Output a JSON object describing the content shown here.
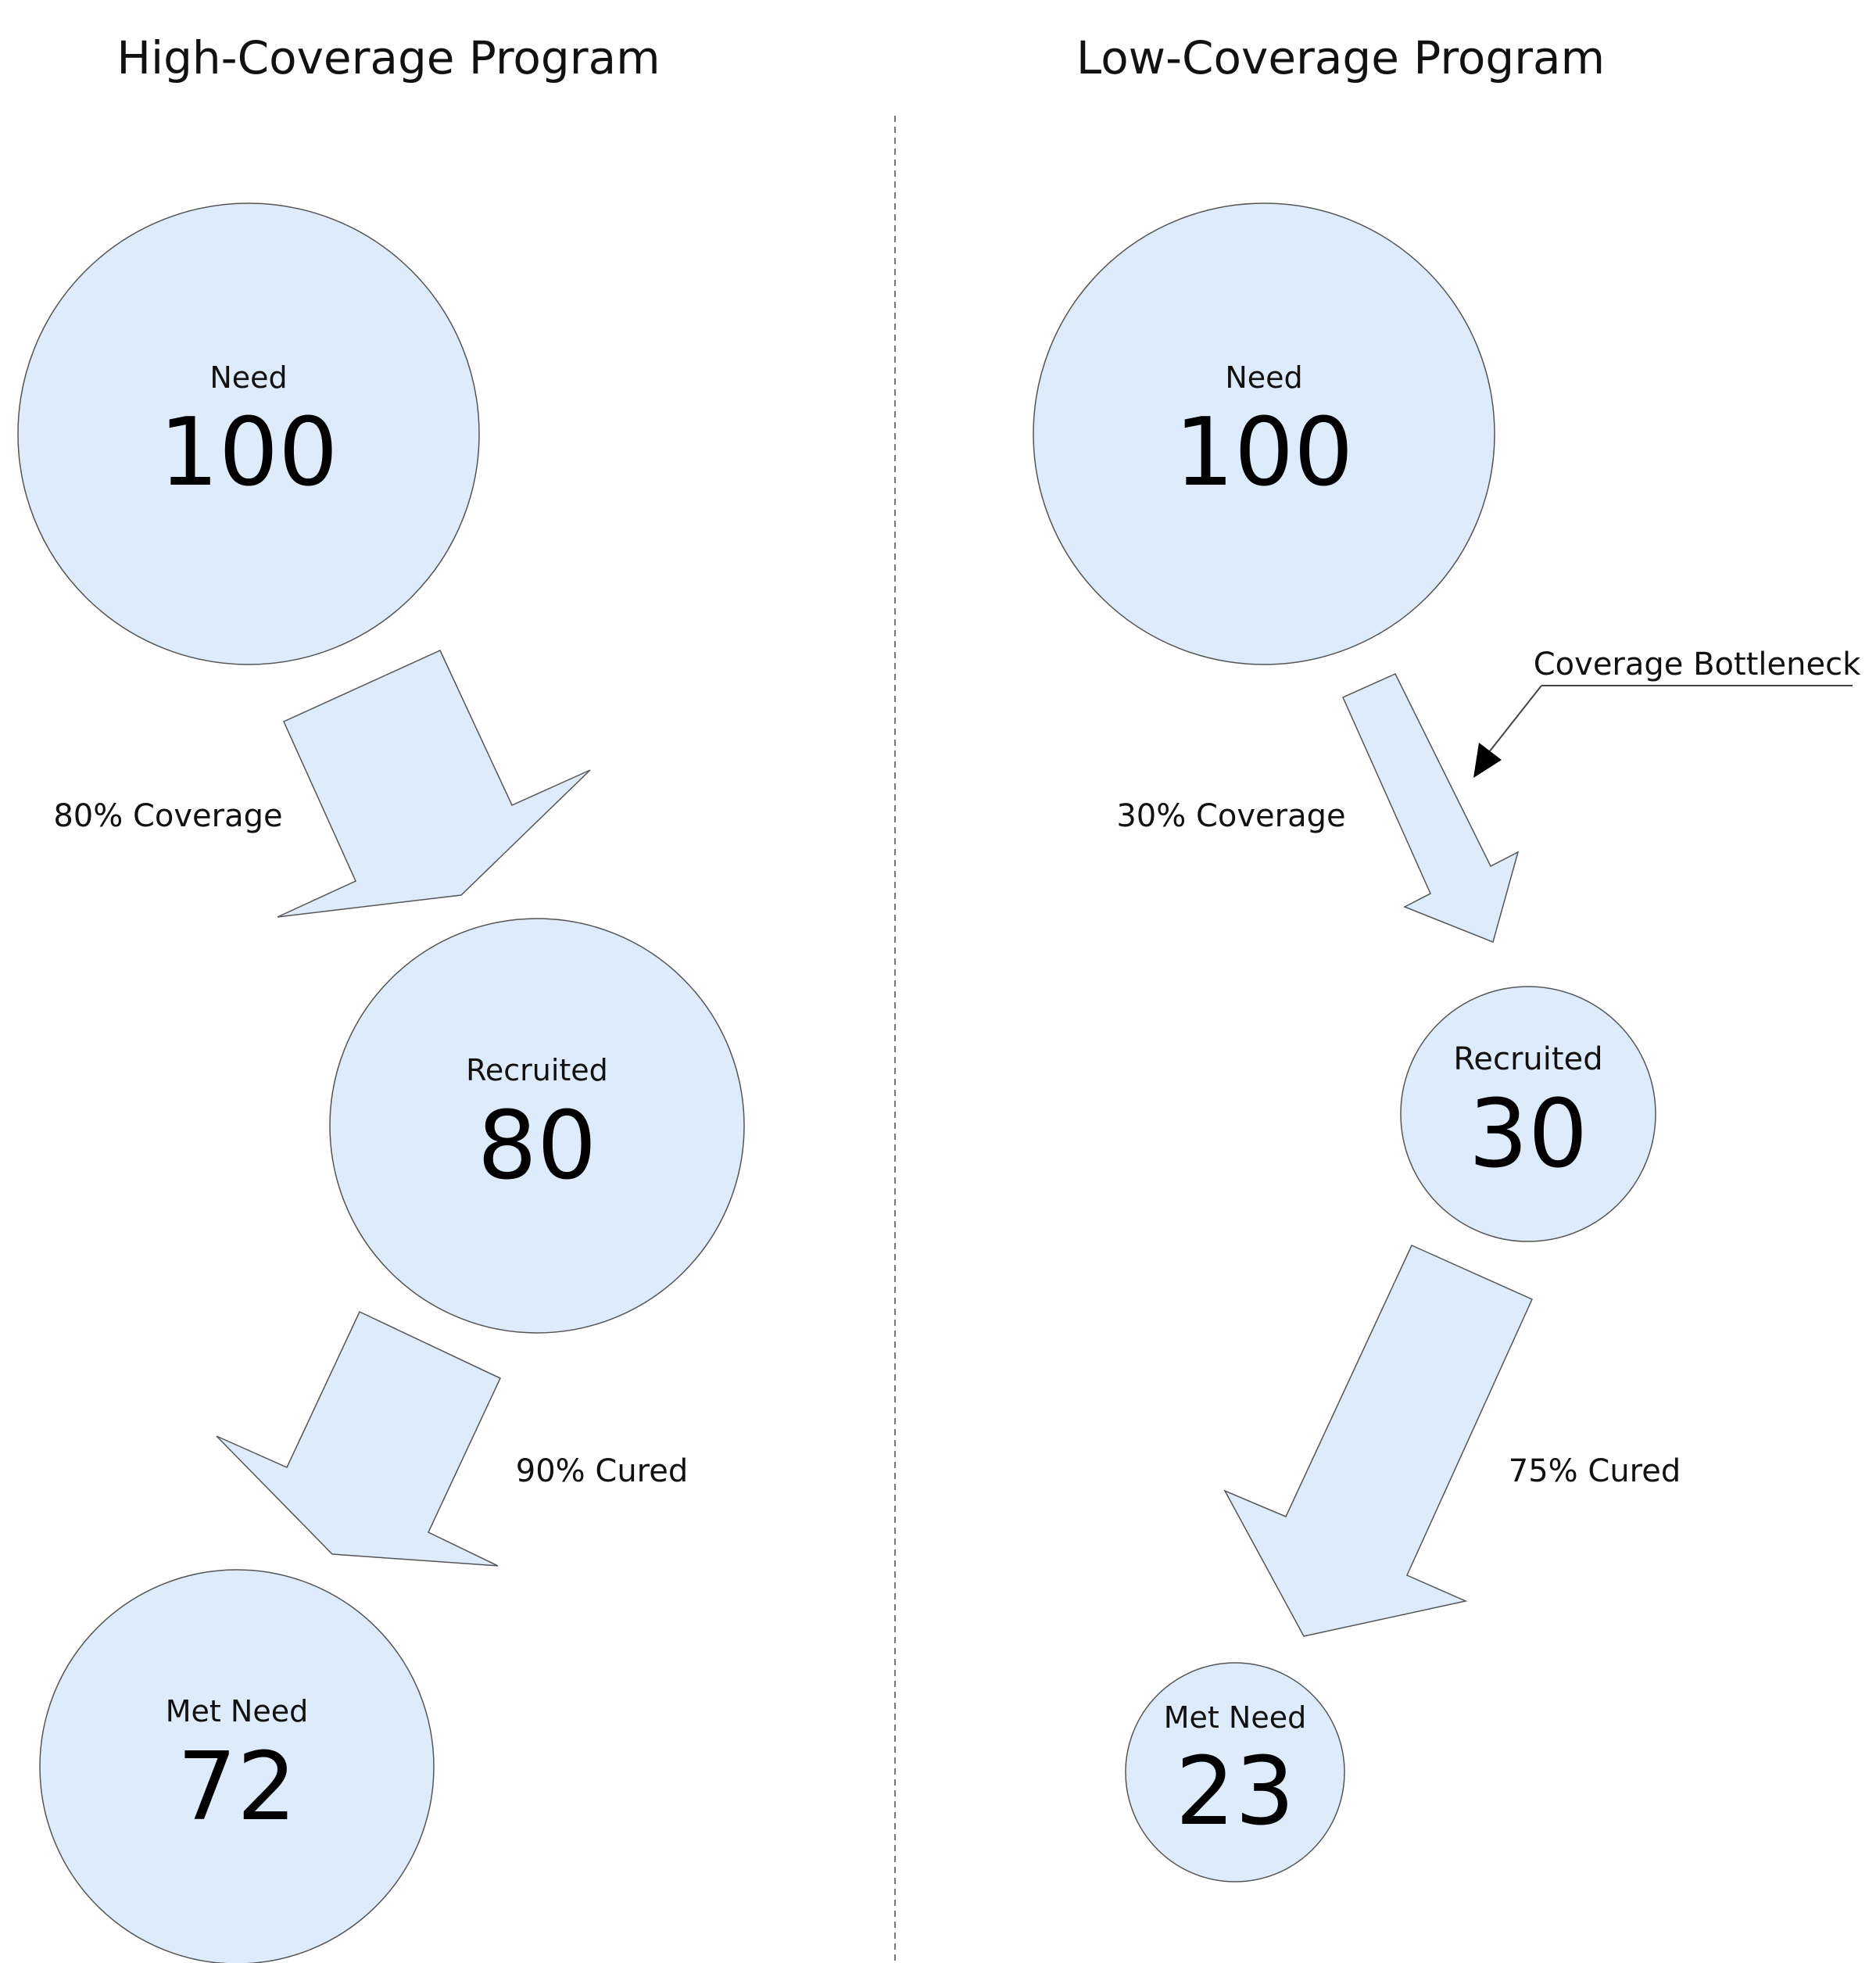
{
  "colors": {
    "node_fill": "#DDEBFB",
    "arrow_fill": "#DDEBFB",
    "outline": "#555555",
    "divider": "#777777",
    "text": "#111111"
  },
  "high": {
    "title": "High-Coverage Program",
    "need": {
      "label": "Need",
      "value": "100"
    },
    "coverage_label": "80% Coverage",
    "recruited": {
      "label": "Recruited",
      "value": "80"
    },
    "cured_label": "90% Cured",
    "met_need": {
      "label": "Met Need",
      "value": "72"
    }
  },
  "low": {
    "title": "Low-Coverage Program",
    "need": {
      "label": "Need",
      "value": "100"
    },
    "coverage_label": "30% Coverage",
    "bottleneck_label": "Coverage Bottleneck",
    "recruited": {
      "label": "Recruited",
      "value": "30"
    },
    "cured_label": "75% Cured",
    "met_need": {
      "label": "Met Need",
      "value": "23"
    }
  }
}
